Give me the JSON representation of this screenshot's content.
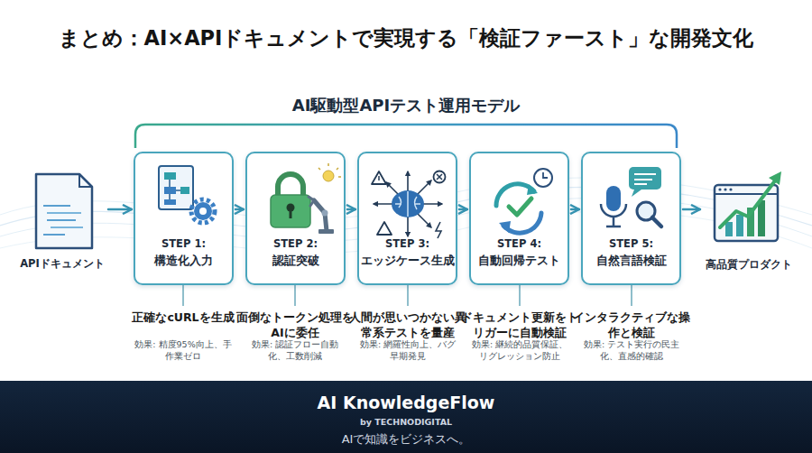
{
  "diagram": {
    "title": "まとめ：AI×APIドキュメントで実現する「検証ファースト」な開発文化",
    "nodes": [
      {
        "text": [
          "API",
          "APIドキュメント"
        ]
      },
      {
        "text": [
          "STEP 1:",
          "構造化入力"
        ]
      },
      {
        "text": [
          "STEP 2:",
          "認証突破"
        ]
      },
      {
        "text": [
          "STEP 3:",
          "エッジケース生成"
        ]
      },
      {
        "text": [
          "STEP 4:",
          "自動回帰テスト"
        ]
      },
      {
        "text": [
          "STEP 5:",
          "自然言語検証"
        ]
      },
      {
        "text": [
          "高品質プロダクト"
        ]
      },
      {
        "text": [
          "AI KnowledgeFlow",
          "by TECHNODIGITAL",
          "AIで知識をビジネスへ。"
        ]
      }
    ],
    "edges": [
      {
        "from": 0,
        "to": 1,
        "arrow": "to"
      },
      {
        "from": 1,
        "to": 2,
        "arrow": "to"
      },
      {
        "from": 2,
        "to": 3,
        "arrow": "to"
      },
      {
        "from": 3,
        "to": 4,
        "arrow": "to"
      },
      {
        "from": 4,
        "to": 5,
        "arrow": "to"
      },
      {
        "from": 5,
        "to": 6,
        "arrow": "to"
      }
    ],
    "labels": [
      "AI駆動型APIテスト運用モデル",
      "正確なcURLを生成",
      "効果: 精度95%向上、手作業ゼロ",
      "面倒なトークン処理をAIに委任",
      "効果: 認証フロー自動化、工数削減",
      "人間が思いつかない異常系テストを量産",
      "効果: 網羅性向上、バグ早期発見",
      "ドキュメント更新をトリガーに自動検証",
      "効果: 継続的品質保証、リグレッション防止",
      "インタラクティブな操作と検証",
      "効果: テスト実行の民主化、直感的確認"
    ]
  }
}
